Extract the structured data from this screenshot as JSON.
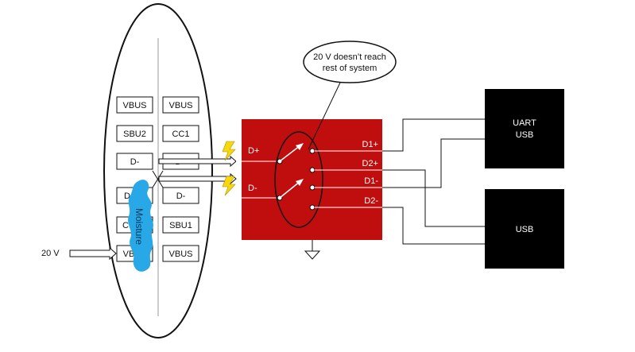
{
  "connector": {
    "left_pins": [
      "VBUS",
      "SBU2",
      "D-",
      "D",
      "CC",
      "VB"
    ],
    "right_pins": [
      "VBUS",
      "CC1",
      "D+",
      "D-",
      "SBU1",
      "VBUS"
    ]
  },
  "moisture_label": "Moisture",
  "voltage_label": "20 V",
  "switch": {
    "input_plus": "D+",
    "input_minus": "D-",
    "outputs": [
      "D1+",
      "D2+",
      "D1-",
      "D2-"
    ]
  },
  "callout": {
    "line1": "20 V doesn’t reach",
    "line2": "rest of system"
  },
  "uart_box": {
    "line1": "UART",
    "line2": "USB"
  },
  "usb_box": {
    "label": "USB"
  },
  "colors": {
    "switch_fill": "#c00d0d",
    "moisture": "#29a8e8",
    "box_fill": "#000000",
    "lightning": "#f5d80e"
  }
}
